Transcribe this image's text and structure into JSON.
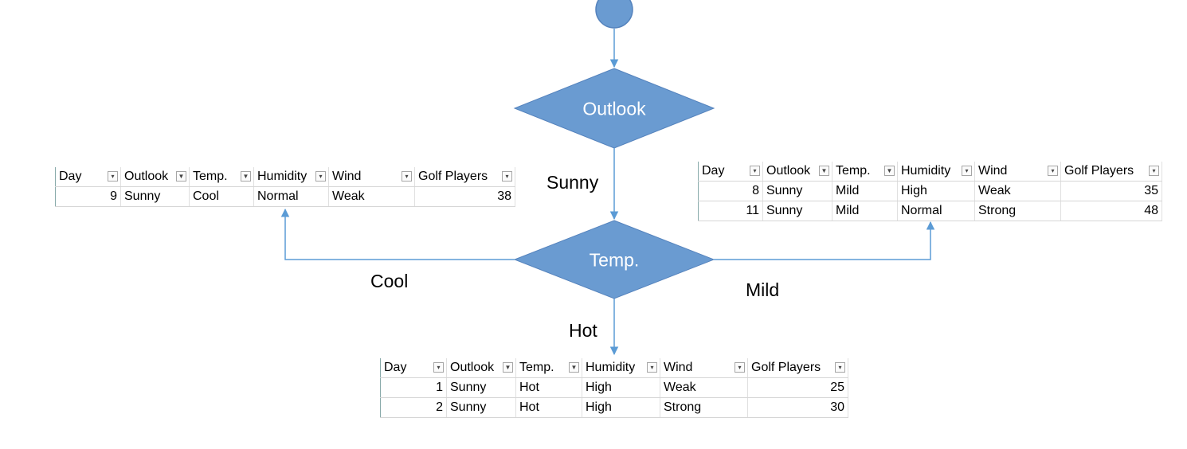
{
  "nodes": {
    "outlook_label": "Outlook",
    "temp_label": "Temp."
  },
  "edges": {
    "sunny": "Sunny",
    "cool": "Cool",
    "mild": "Mild",
    "hot": "Hot"
  },
  "colors": {
    "shape_fill": "#6a9bd1",
    "shape_stroke": "#5583bd",
    "connector": "#5b9bd5"
  },
  "tables": {
    "headers": [
      "Day",
      "Outlook",
      "Temp.",
      "Humidity",
      "Wind",
      "Golf Players"
    ],
    "cool": {
      "rows": [
        [
          "9",
          "Sunny",
          "Cool",
          "Normal",
          "Weak",
          "38"
        ]
      ]
    },
    "mild": {
      "rows": [
        [
          "8",
          "Sunny",
          "Mild",
          "High",
          "Weak",
          "35"
        ],
        [
          "11",
          "Sunny",
          "Mild",
          "Normal",
          "Strong",
          "48"
        ]
      ]
    },
    "hot": {
      "rows": [
        [
          "1",
          "Sunny",
          "Hot",
          "High",
          "Weak",
          "25"
        ],
        [
          "2",
          "Sunny",
          "Hot",
          "High",
          "Strong",
          "30"
        ]
      ]
    }
  }
}
